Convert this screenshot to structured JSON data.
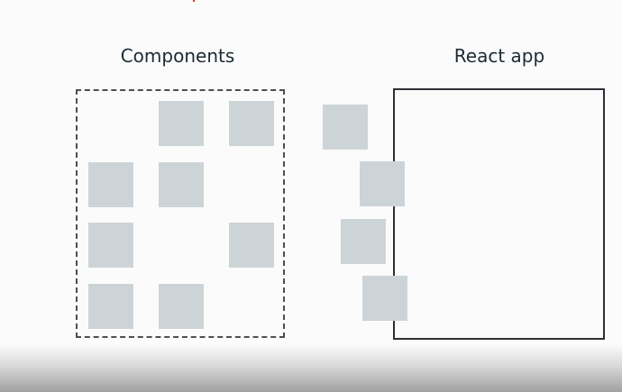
{
  "labels": {
    "components": "Components",
    "react_app": "React app"
  },
  "colors": {
    "background": "#fbfbfb",
    "block": "#cdd4d8",
    "text": "#1c2b33",
    "border": "#2d3136",
    "dashed_border": "#4b4f54",
    "marker": "#e0301e"
  },
  "groups": [
    {
      "name": "components",
      "block_count": 8
    },
    {
      "name": "in-transit",
      "block_count": 4
    }
  ]
}
